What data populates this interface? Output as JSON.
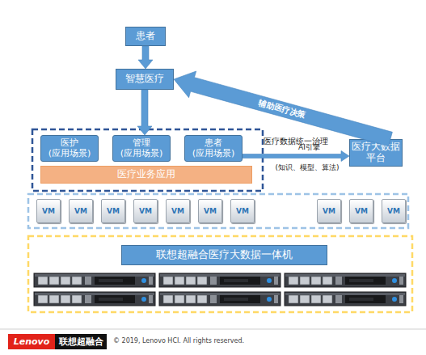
{
  "diagram": {
    "nodes": [
      {
        "text": [
          "患者"
        ]
      },
      {
        "text": [
          "智慧医疗"
        ]
      },
      {
        "text": [
          "医护 (应用场景)"
        ]
      },
      {
        "text": [
          "管理 (应用场景)"
        ]
      },
      {
        "text": [
          "患者 (应用场景)"
        ]
      },
      {
        "text": [
          "医疗业务应用"
        ]
      },
      {
        "text": [
          "医疗大数据 平台"
        ]
      },
      {
        "text": [
          "VM"
        ]
      },
      {
        "text": [
          "VM"
        ]
      },
      {
        "text": [
          "VM"
        ]
      },
      {
        "text": [
          "VM"
        ]
      },
      {
        "text": [
          "VM"
        ]
      },
      {
        "text": [
          "VM"
        ]
      },
      {
        "text": [
          "VM"
        ]
      },
      {
        "text": [
          "VM"
        ]
      },
      {
        "text": [
          "VM"
        ]
      },
      {
        "text": [
          "VM"
        ]
      },
      {
        "text": [
          "联想超融合医疗大数据一体机"
        ]
      }
    ],
    "edges": [
      {
        "from": 0,
        "to": 1,
        "arrow": "to"
      },
      {
        "from": 1,
        "to": 3,
        "arrow": "to"
      },
      {
        "from": 4,
        "to": 6,
        "label": "医疗数据统一治理",
        "arrow": "to"
      },
      {
        "from": 6,
        "to": 1,
        "label": "辅助医疗决策",
        "arrow": "to"
      }
    ],
    "labels": [
      "AI引擎",
      "(知识、模型、算法)",
      "Lenovo",
      "联想超融合",
      "© 2019, Lenovo HCI. All rights reserved."
    ]
  }
}
